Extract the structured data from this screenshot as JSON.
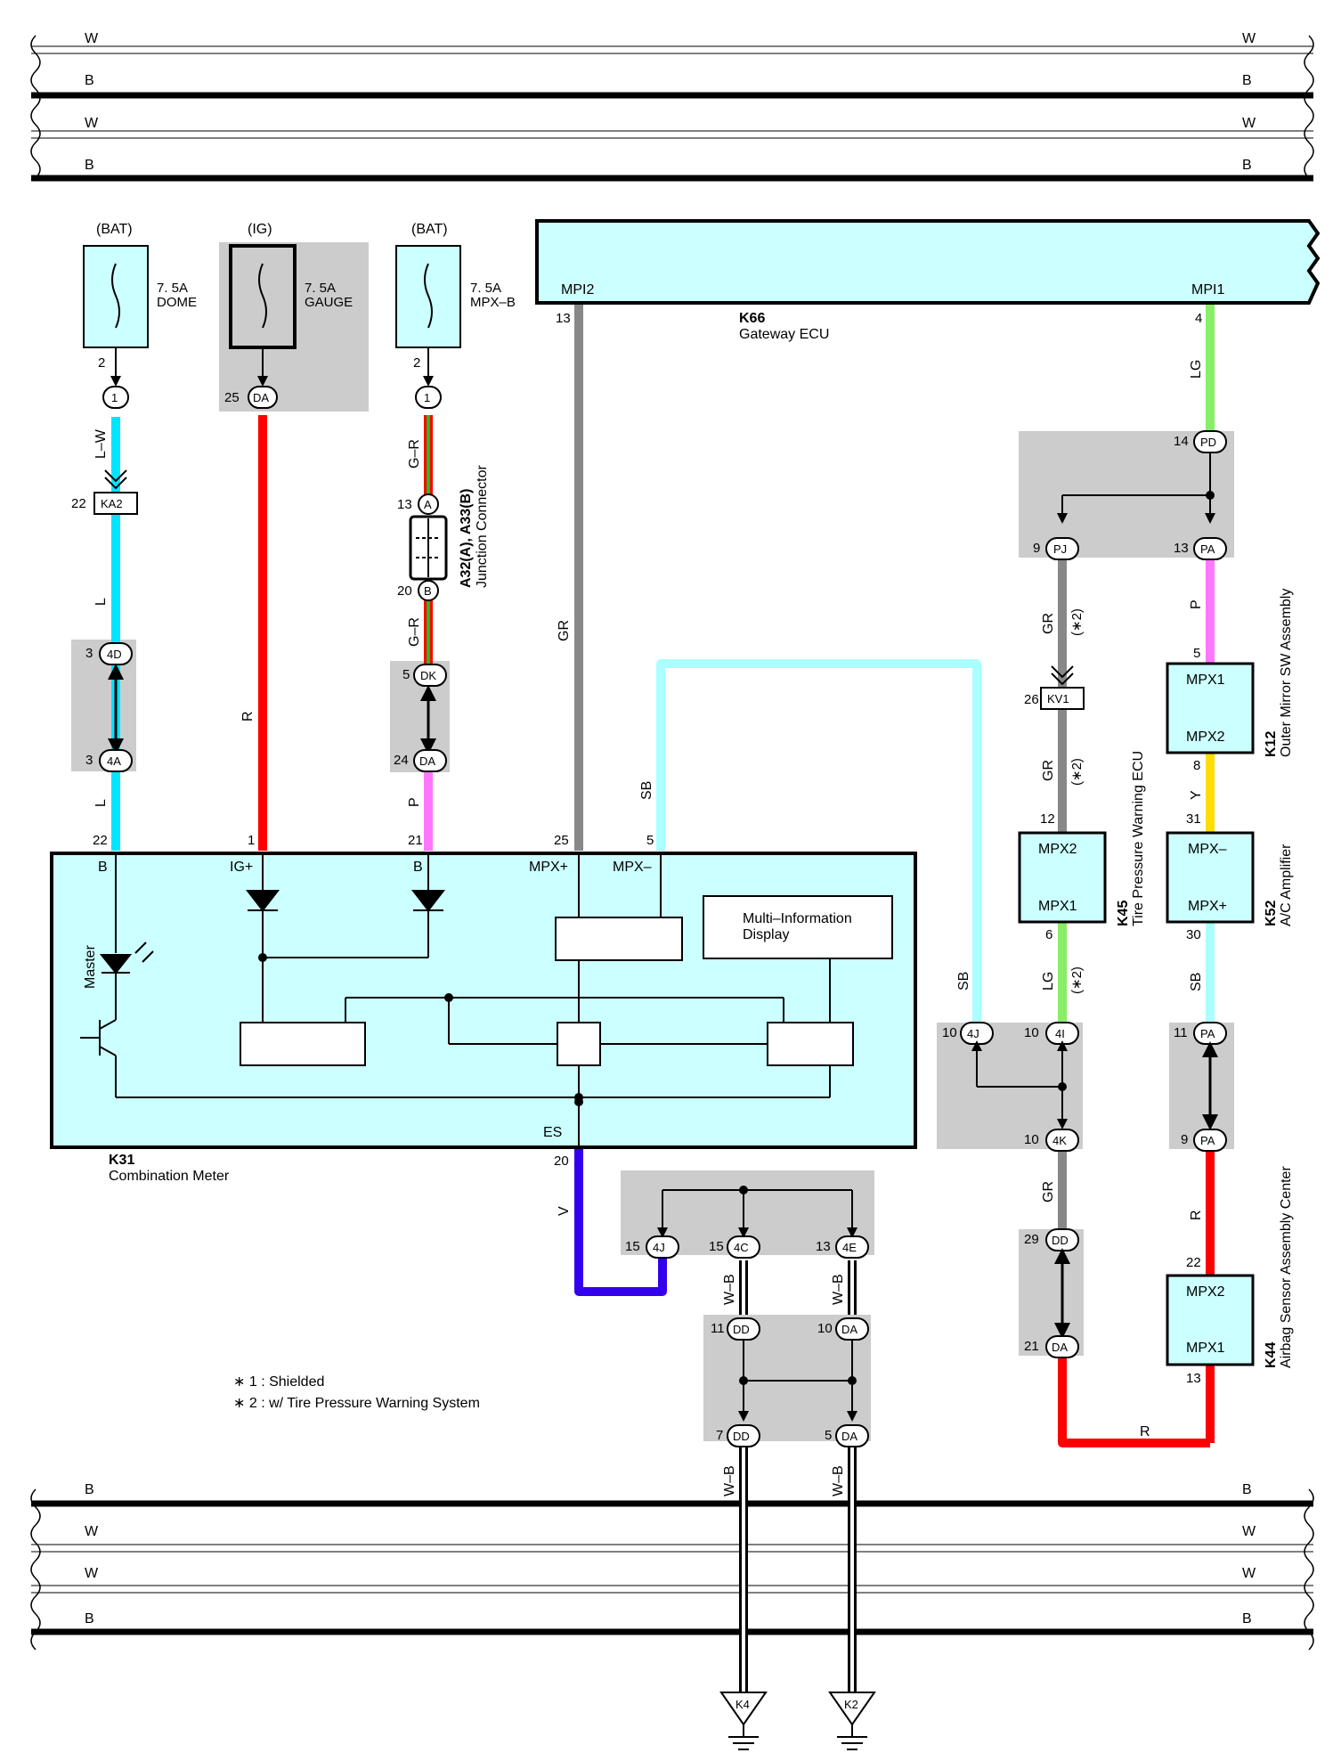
{
  "buses_top": [
    {
      "left": "W",
      "right": "W"
    },
    {
      "left": "B",
      "right": "B"
    },
    {
      "left": "W",
      "right": "W"
    },
    {
      "left": "B",
      "right": "B"
    }
  ],
  "buses_bottom": [
    {
      "left": "B",
      "right": "B"
    },
    {
      "left": "W",
      "right": "W"
    },
    {
      "left": "W",
      "right": "W"
    },
    {
      "left": "B",
      "right": "B"
    }
  ],
  "fuses": [
    {
      "supply": "(BAT)",
      "rating": "7. 5A",
      "name": "DOME"
    },
    {
      "supply": "(IG)",
      "rating": "7. 5A",
      "name": "GAUGE"
    },
    {
      "supply": "(BAT)",
      "rating": "7. 5A",
      "name": "MPX–B"
    }
  ],
  "gateway": {
    "code": "K66",
    "name": "Gateway ECU",
    "pin_left": "MPI2",
    "pin_right": "MPI1",
    "pin_left_num": "13",
    "pin_right_num": "4"
  },
  "junction": {
    "code": "A32(A), A33(B)",
    "name": "Junction Connector"
  },
  "meter": {
    "code": "K31",
    "name": "Combination Meter",
    "pins": {
      "b1": "B",
      "ig": "IG+",
      "b2": "B",
      "mpxp": "MPX+",
      "mpxm": "MPX–",
      "es": "ES"
    },
    "master": "Master",
    "mid_display": [
      "Multi–Information",
      "Display"
    ]
  },
  "wire_labels": {
    "lw": "L–W",
    "l1": "L",
    "l2": "L",
    "r1": "R",
    "gr1": "G–R",
    "gr2": "G–R",
    "p1": "P",
    "gr_gw": "GR",
    "sb_meter": "SB",
    "v": "V",
    "wb1": "W–B",
    "wb2": "W–B",
    "wb3": "W–B",
    "wb4": "W–B",
    "lg_gw": "LG",
    "p_right": "P",
    "y": "Y",
    "sb_right": "SB",
    "r_right": "R",
    "r_bottom": "R",
    "gr_tp1": "GR",
    "gr_tp2": "GR",
    "gr_tp3": "GR",
    "lg_tp": "LG",
    "sb_tp": "SB",
    "ast2": "(∗2)"
  },
  "pin_numbers": {
    "p2a": "2",
    "p25": "25",
    "p2b": "2",
    "p22": "22",
    "p13a": "13",
    "p20a": "20",
    "p3a": "3",
    "p3b": "3",
    "p5a": "5",
    "p24": "24",
    "m22": "22",
    "m1": "1",
    "m21": "21",
    "m25": "25",
    "m5": "5",
    "m20": "20",
    "p15a": "15",
    "p15b": "15",
    "p13b": "13",
    "p11a": "11",
    "p10a": "10",
    "p7": "7",
    "p5b": "5",
    "p14": "14",
    "p9a": "9",
    "p13c": "13",
    "p26": "26",
    "p12": "12",
    "p6": "6",
    "p10b": "10",
    "p10c": "10",
    "p10d": "10",
    "p29": "29",
    "p21": "21",
    "p5c": "5",
    "p8": "8",
    "p31": "31",
    "p30": "30",
    "p11b": "11",
    "p9b": "9",
    "p22b": "22",
    "p13d": "13"
  },
  "connectors": {
    "c1a": "1",
    "cda": "DA",
    "c1b": "1",
    "cka2": "KA2",
    "ca": "A",
    "cb": "B",
    "c4d": "4D",
    "c4a": "4A",
    "cdk": "DK",
    "cda2": "DA",
    "c4j": "4J",
    "c4c": "4C",
    "c4e": "4E",
    "cdd": "DD",
    "cda3": "DA",
    "cdd2": "DD",
    "cda4": "DA",
    "cpd": "PD",
    "cpj": "PJ",
    "cpa": "PA",
    "ckv1": "KV1",
    "c4j2": "4J",
    "c4i": "4I",
    "c4k": "4K",
    "cdd3": "DD",
    "cda5": "DA",
    "cpa2": "PA",
    "cpa3": "PA",
    "k4": "K4",
    "k2": "K2"
  },
  "components": [
    {
      "code": "K12",
      "name": "Outer Mirror SW Assembly",
      "top": "MPX1",
      "bottom": "MPX2"
    },
    {
      "code": "K45",
      "name": "Tire Pressure Warning ECU",
      "top": "MPX2",
      "bottom": "MPX1"
    },
    {
      "code": "K52",
      "name": "A/C Amplifier",
      "top": "MPX–",
      "bottom": "MPX+"
    },
    {
      "code": "K44",
      "name": "Airbag Sensor Assembly Center",
      "top": "MPX2",
      "bottom": "MPX1"
    }
  ],
  "notes": [
    "∗ 1 : Shielded",
    "∗ 2 : w/ Tire Pressure Warning System"
  ],
  "colors": {
    "light_blue": "#ccffff",
    "gray_fill": "#cccccc",
    "red": "#ff0000",
    "cyan": "#00e5ff",
    "light_cyan": "#aaffff",
    "gray_wire": "#888888",
    "pink": "#ff77ff",
    "green": "#88ee66",
    "yellow": "#ffdd00",
    "violet": "#3300ee"
  }
}
